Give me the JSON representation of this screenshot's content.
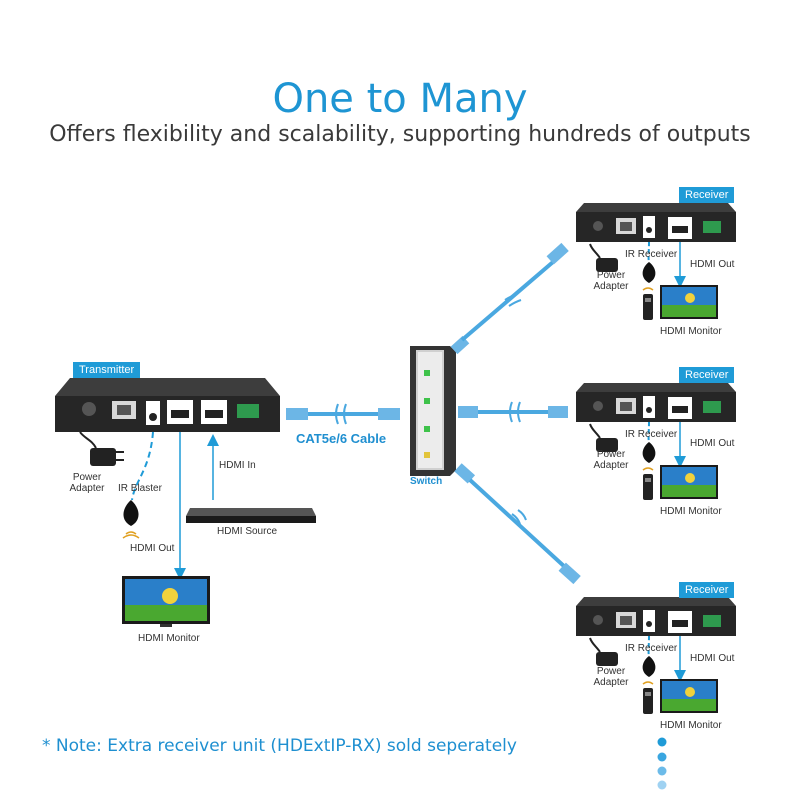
{
  "title": "One to Many",
  "subtitle": "Offers flexibility and scalability, supporting hundreds of outputs",
  "transmitter": {
    "tag": "Transmitter",
    "power_adapter": "Power\nAdapter",
    "ir_blaster": "IR Blaster",
    "hdmi_out": "HDMI Out",
    "hdmi_in": "HDMI In",
    "hdmi_source": "HDMI Source",
    "hdmi_monitor": "HDMI Monitor"
  },
  "cable_label": "CAT5e/6 Cable",
  "switch_label": "Switch",
  "receivers": [
    {
      "tag": "Receiver",
      "ir_receiver": "IR Receiver",
      "hdmi_out": "HDMI Out",
      "power_adapter": "Power\nAdapter",
      "hdmi_monitor": "HDMI Monitor"
    },
    {
      "tag": "Receiver",
      "ir_receiver": "IR Receiver",
      "hdmi_out": "HDMI Out",
      "power_adapter": "Power\nAdapter",
      "hdmi_monitor": "HDMI Monitor"
    },
    {
      "tag": "Receiver",
      "ir_receiver": "IR Receiver",
      "hdmi_out": "HDMI Out",
      "power_adapter": "Power\nAdapter",
      "hdmi_monitor": "HDMI Monitor"
    }
  ],
  "note": "* Note: Extra receiver unit (HDExtIP-RX) sold seperately",
  "colors": {
    "accent": "#1f9bd7",
    "cable": "#4aa8e0",
    "device": "#2b2b2b",
    "led": "#3ec24a",
    "led_amber": "#e2c43a"
  }
}
